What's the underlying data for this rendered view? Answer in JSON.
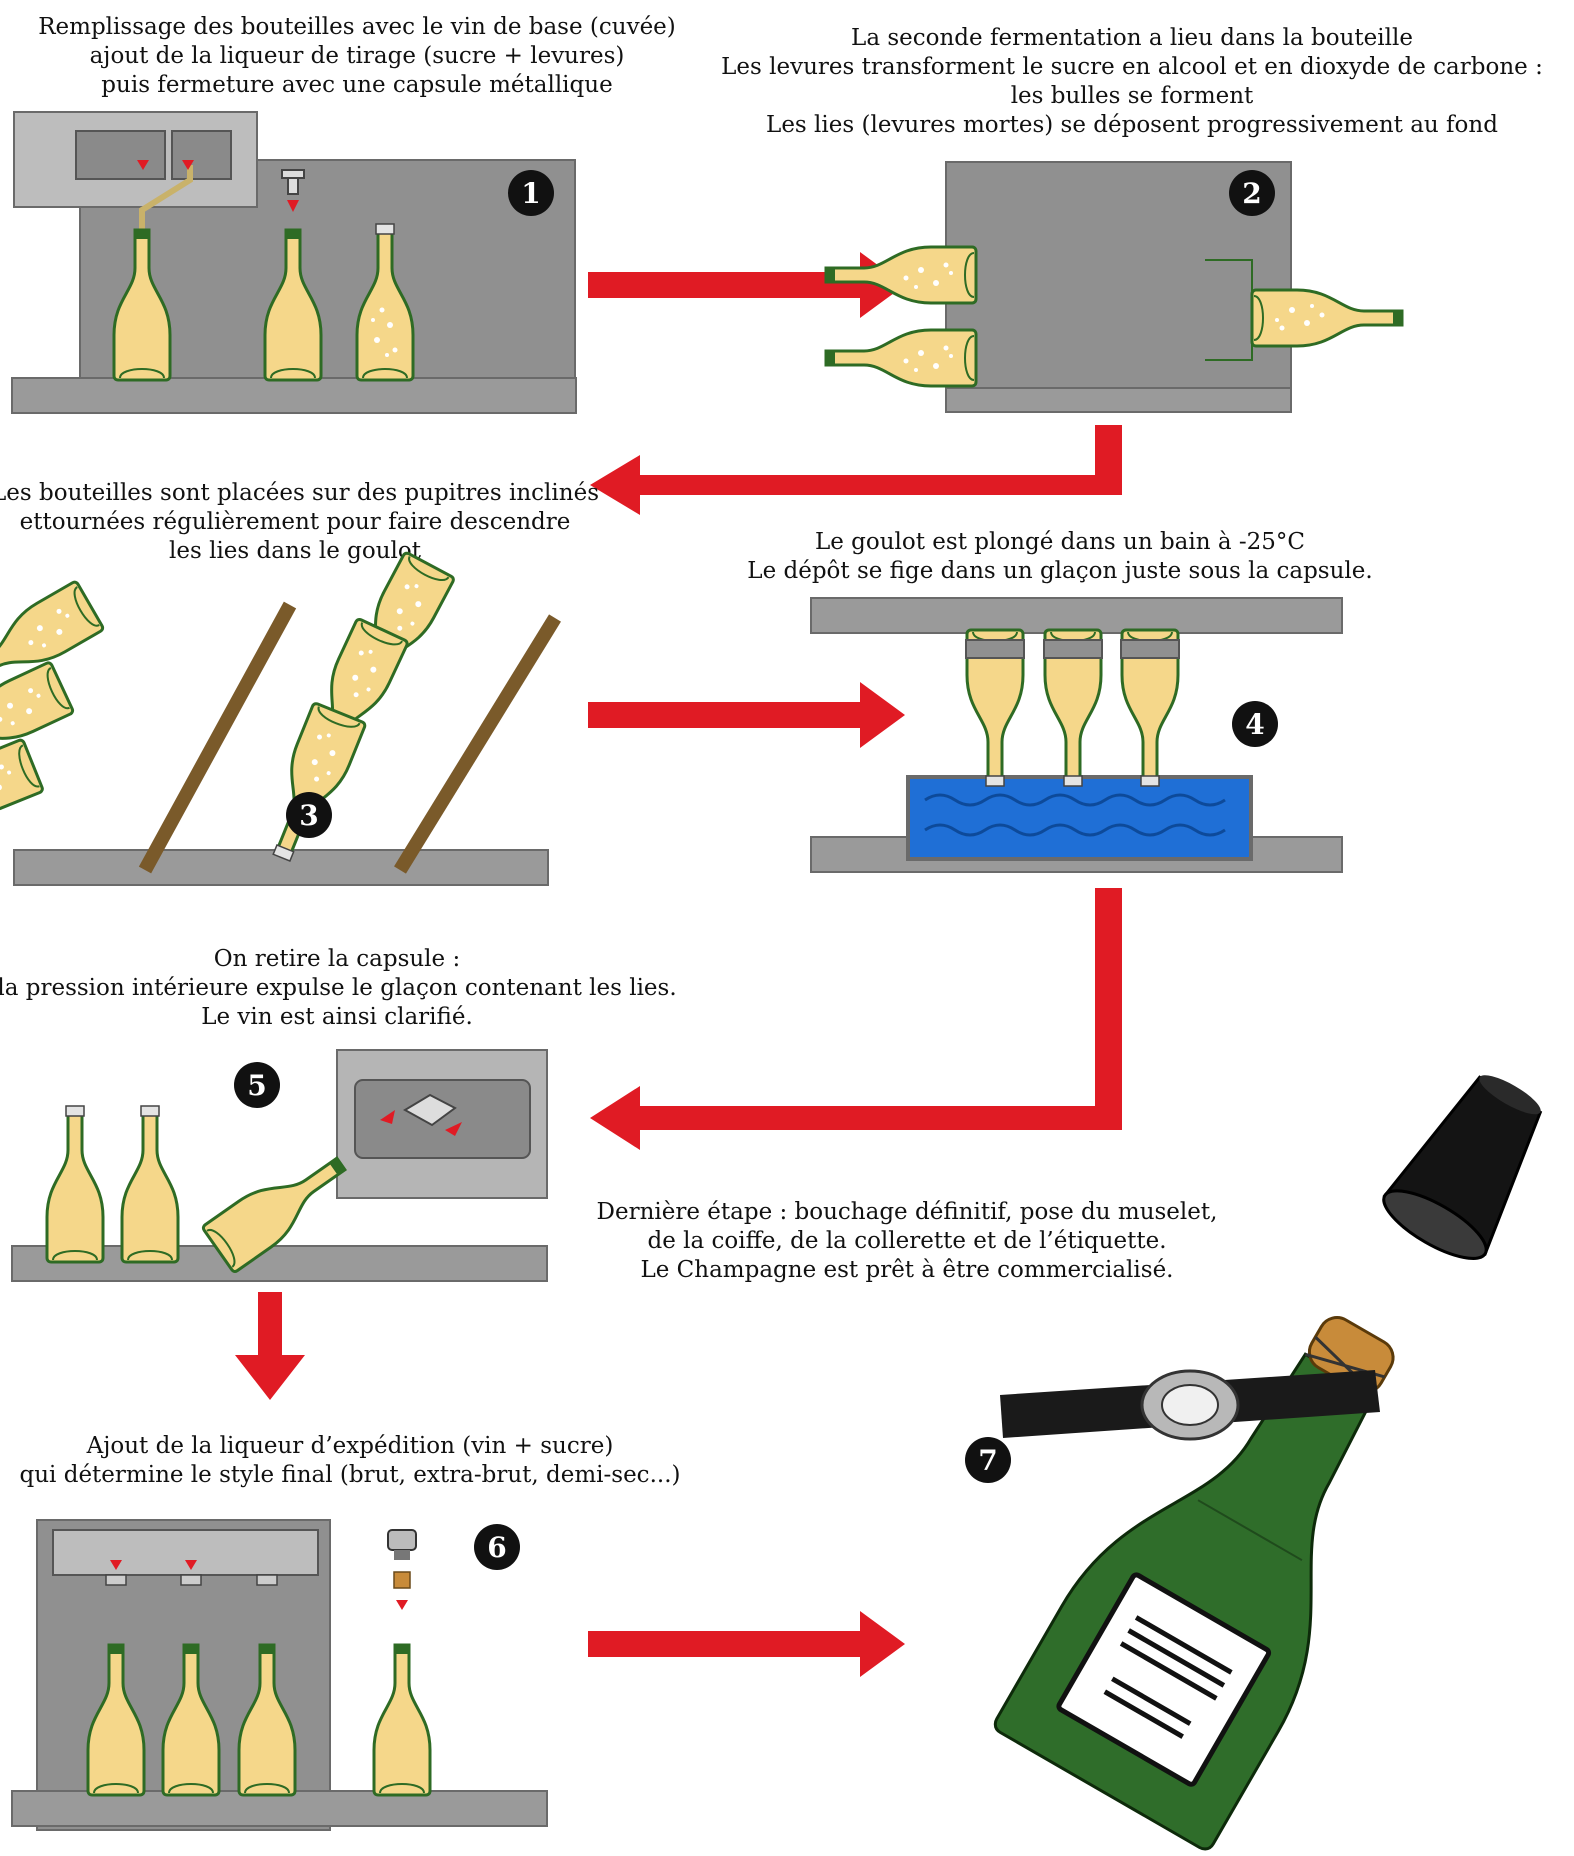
{
  "captions": {
    "step1": [
      "Remplissage des bouteilles avec le vin de base (cuvée)",
      "ajout de la liqueur de tirage (sucre + levures)",
      "puis fermeture avec une capsule métallique"
    ],
    "step2": [
      "La seconde fermentation a lieu dans la bouteille",
      "Les levures transforment le sucre en alcool et en dioxyde de carbone :",
      "les bulles se forment",
      "Les lies (levures mortes) se déposent progressivement au fond"
    ],
    "step3": [
      "Les bouteilles sont placées sur des pupitres inclinés",
      "ettournées régulièrement pour faire descendre",
      "les lies dans le goulot"
    ],
    "step4": [
      "Le goulot est plongé dans un bain à -25°C",
      "Le dépôt se fige dans un glaçon juste sous la capsule."
    ],
    "step5": [
      "On retire la capsule :",
      "la pression intérieure expulse le glaçon contenant les lies.",
      "Le vin est ainsi clarifié."
    ],
    "step6": [
      "Ajout de la liqueur d’expédition (vin + sucre)",
      "qui détermine le style final (brut, extra-brut, demi-sec...)"
    ],
    "step7": [
      "Dernière étape : bouchage définitif, pose du muselet,",
      "de la coiffe, de la collerette et de l’étiquette.",
      "Le Champagne est prêt à être commercialisé."
    ]
  },
  "badges": [
    "1",
    "2",
    "3",
    "4",
    "5",
    "6",
    "7"
  ],
  "colors": {
    "arrow": "#e01b24",
    "panel": "#909090",
    "shelf": "#9a9a9a",
    "wine": "#f5d78a",
    "glass": "#2e6b24",
    "champagne_bottle": "#2f6d2a",
    "ice_bath": "#1f6fd6",
    "rack": "#7a5a2a",
    "badge": "#111111"
  }
}
